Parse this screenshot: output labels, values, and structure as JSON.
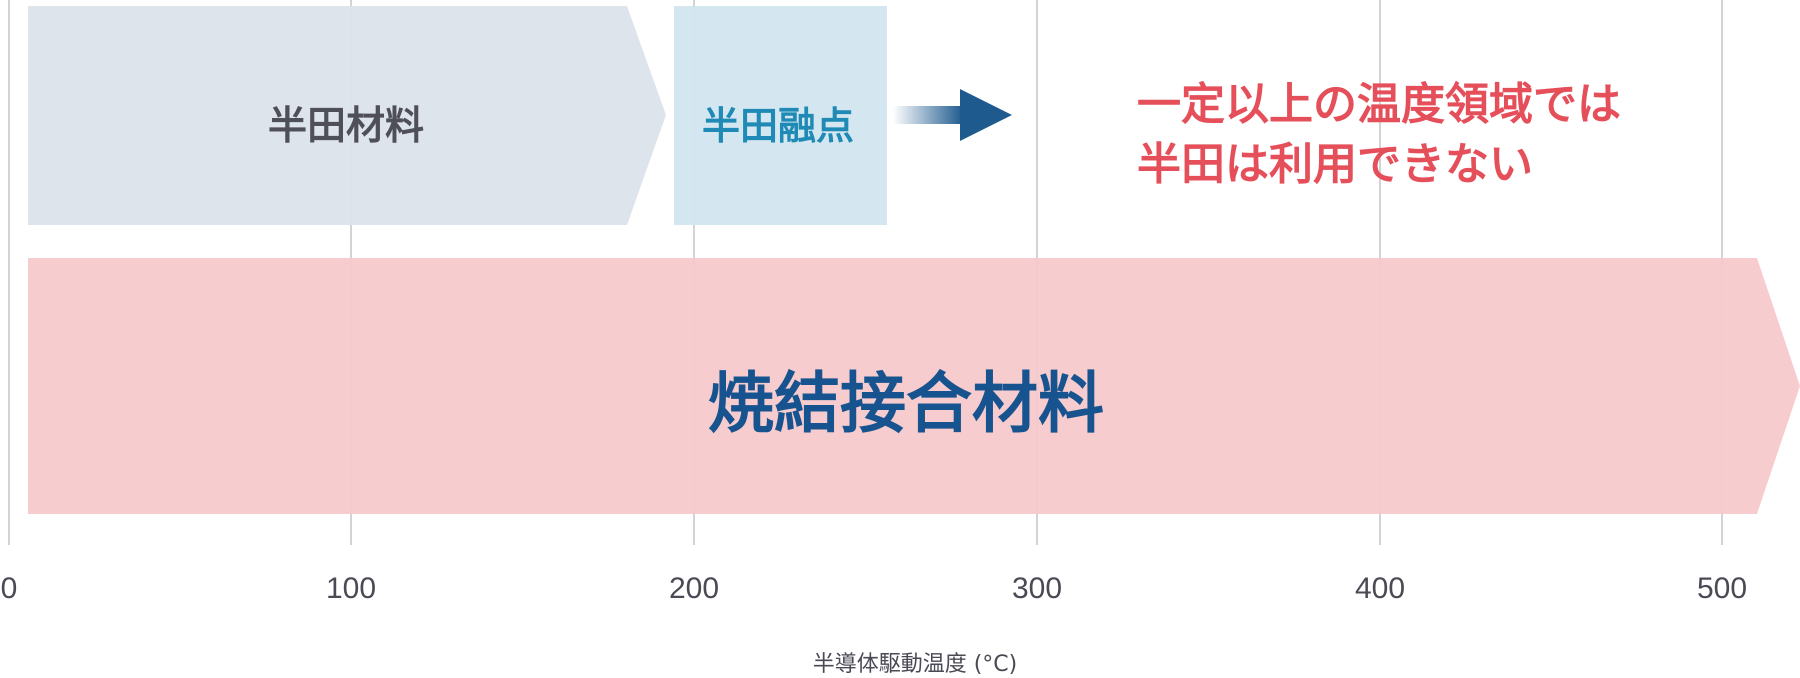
{
  "axis": {
    "ticks": [
      "0",
      "100",
      "200",
      "300",
      "400",
      "500"
    ],
    "title": "半導体駆動温度 (°C)"
  },
  "solder": {
    "label": "半田材料",
    "range": [
      0,
      190
    ],
    "color": "#dce3eb"
  },
  "melting": {
    "label": "半田融点",
    "range": [
      195,
      257
    ],
    "color": "#d2e6ef"
  },
  "note": {
    "line1": "一定以上の温度領域では",
    "line2": "半田は利用できない",
    "color": "#e54f5a"
  },
  "sintered": {
    "label": "焼結接合材料",
    "range": [
      0,
      520
    ],
    "color": "#f7c9cc"
  },
  "colors": {
    "arrow": "#1e5a8e",
    "sintered_text": "#17548f",
    "melting_text": "#1f8ab5",
    "solder_text": "#4f4f5a"
  }
}
